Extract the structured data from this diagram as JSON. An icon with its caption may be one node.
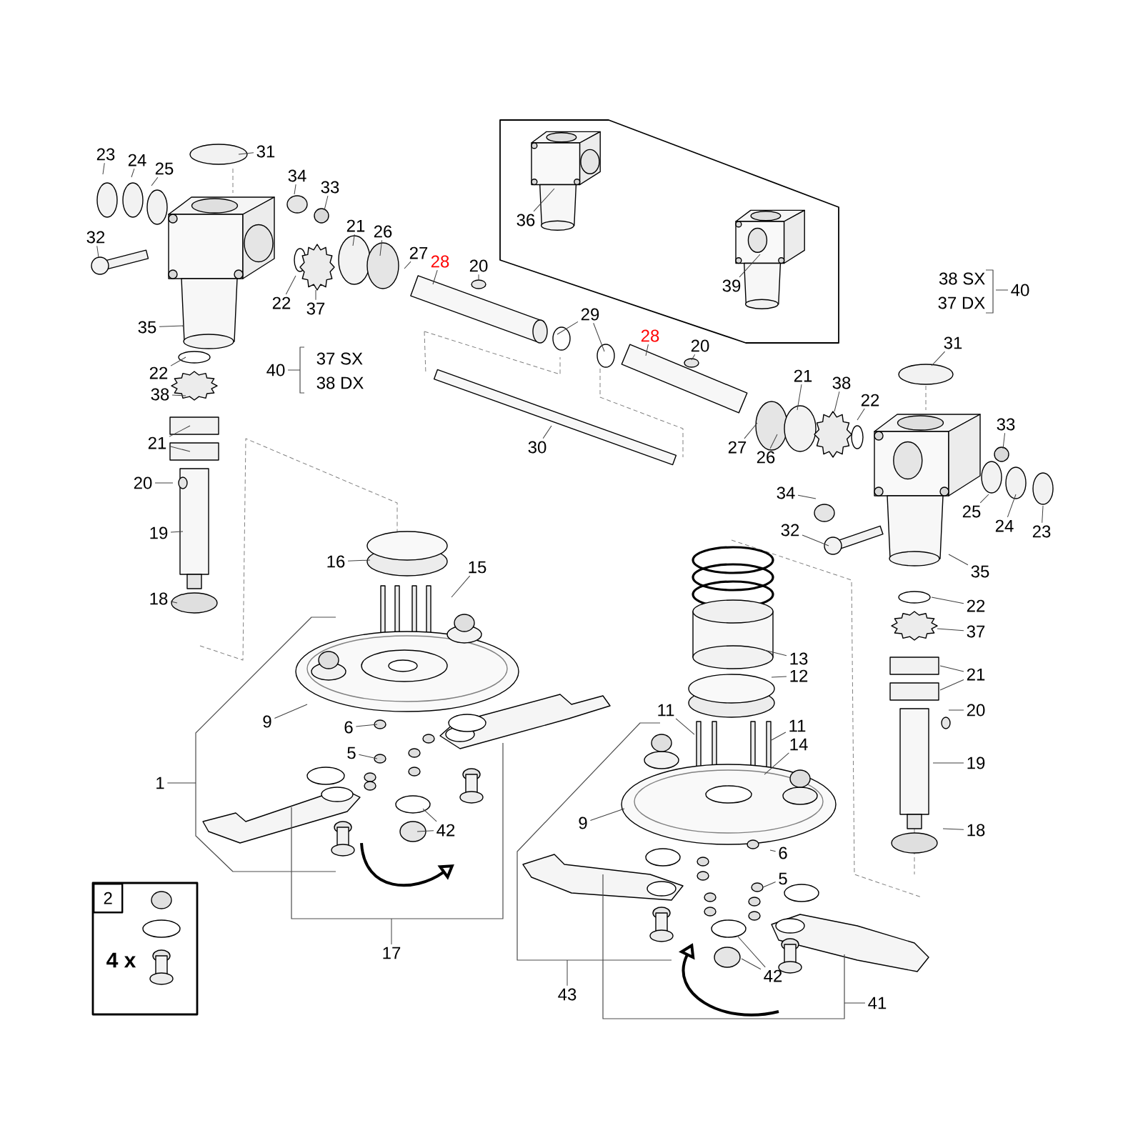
{
  "diagram": {
    "nodes": [
      {
        "text": [
          "23"
        ]
      },
      {
        "text": [
          "24"
        ]
      },
      {
        "text": [
          "25"
        ]
      },
      {
        "text": [
          "31"
        ]
      },
      {
        "text": [
          "34"
        ]
      },
      {
        "text": [
          "33"
        ]
      },
      {
        "text": [
          "32"
        ]
      },
      {
        "text": [
          "21"
        ]
      },
      {
        "text": [
          "26"
        ]
      },
      {
        "text": [
          "27"
        ]
      },
      {
        "text": [
          "28"
        ]
      },
      {
        "text": [
          "20"
        ]
      },
      {
        "text": [
          "36"
        ]
      },
      {
        "text": [
          "22"
        ]
      },
      {
        "text": [
          "37"
        ]
      },
      {
        "text": [
          "35"
        ]
      },
      {
        "text": [
          "29"
        ]
      },
      {
        "text": [
          "39"
        ]
      },
      {
        "text": [
          "28"
        ]
      },
      {
        "text": [
          "20"
        ]
      },
      {
        "text": [
          "40"
        ]
      },
      {
        "text": [
          "31"
        ]
      },
      {
        "text": [
          "40"
        ]
      },
      {
        "text": [
          "22"
        ]
      },
      {
        "text": [
          "38"
        ]
      },
      {
        "text": [
          "21"
        ]
      },
      {
        "text": [
          "21"
        ]
      },
      {
        "text": [
          "38"
        ]
      },
      {
        "text": [
          "22"
        ]
      },
      {
        "text": [
          "33"
        ]
      },
      {
        "text": [
          "30"
        ]
      },
      {
        "text": [
          "27"
        ]
      },
      {
        "text": [
          "26"
        ]
      },
      {
        "text": [
          "20"
        ]
      },
      {
        "text": [
          "34"
        ]
      },
      {
        "text": [
          "25"
        ]
      },
      {
        "text": [
          "32"
        ]
      },
      {
        "text": [
          "24"
        ]
      },
      {
        "text": [
          "23"
        ]
      },
      {
        "text": [
          "19"
        ]
      },
      {
        "text": [
          "16"
        ]
      },
      {
        "text": [
          "15"
        ]
      },
      {
        "text": [
          "35"
        ]
      },
      {
        "text": [
          "18"
        ]
      },
      {
        "text": [
          "22"
        ]
      },
      {
        "text": [
          "37"
        ]
      },
      {
        "text": [
          "13"
        ]
      },
      {
        "text": [
          "21"
        ]
      },
      {
        "text": [
          "12"
        ]
      },
      {
        "text": [
          "11"
        ]
      },
      {
        "text": [
          "20"
        ]
      },
      {
        "text": [
          "9"
        ]
      },
      {
        "text": [
          "11"
        ]
      },
      {
        "text": [
          "6"
        ]
      },
      {
        "text": [
          "14"
        ]
      },
      {
        "text": [
          "5"
        ]
      },
      {
        "text": [
          "19"
        ]
      },
      {
        "text": [
          "1"
        ]
      },
      {
        "text": [
          "9"
        ]
      },
      {
        "text": [
          "42"
        ]
      },
      {
        "text": [
          "18"
        ]
      },
      {
        "text": [
          "6"
        ]
      },
      {
        "text": [
          "5"
        ]
      },
      {
        "text": [
          "2",
          "4 x"
        ]
      },
      {
        "text": [
          "17"
        ]
      },
      {
        "text": [
          "42"
        ]
      },
      {
        "text": [
          "43"
        ]
      },
      {
        "text": [
          "41"
        ]
      }
    ],
    "edges": [
      {
        "from": 0,
        "to": null,
        "arrow": "none"
      },
      {
        "from": 1,
        "to": null,
        "arrow": "none"
      },
      {
        "from": 2,
        "to": null,
        "arrow": "none"
      },
      {
        "from": 3,
        "to": null,
        "arrow": "none"
      },
      {
        "from": 4,
        "to": null,
        "arrow": "none"
      },
      {
        "from": 5,
        "to": null,
        "arrow": "none"
      },
      {
        "from": 6,
        "to": null,
        "arrow": "none"
      },
      {
        "from": 7,
        "to": null,
        "arrow": "none"
      },
      {
        "from": 8,
        "to": null,
        "arrow": "none"
      },
      {
        "from": 9,
        "to": null,
        "arrow": "none"
      },
      {
        "from": 10,
        "to": null,
        "arrow": "none"
      },
      {
        "from": 11,
        "to": null,
        "arrow": "none"
      },
      {
        "from": 12,
        "to": null,
        "arrow": "none"
      },
      {
        "from": 13,
        "to": null,
        "arrow": "none"
      },
      {
        "from": 14,
        "to": null,
        "arrow": "none"
      },
      {
        "from": 15,
        "to": null,
        "arrow": "none"
      },
      {
        "from": 16,
        "to": null,
        "arrow": "none"
      },
      {
        "from": 16,
        "to": null,
        "arrow": "none"
      },
      {
        "from": 17,
        "to": null,
        "arrow": "none"
      },
      {
        "from": 18,
        "to": null,
        "arrow": "none"
      },
      {
        "from": 19,
        "to": null,
        "arrow": "none"
      },
      {
        "from": 20,
        "to": null,
        "arrow": "none"
      },
      {
        "from": 21,
        "to": null,
        "arrow": "none"
      },
      {
        "from": 22,
        "to": null,
        "arrow": "none"
      },
      {
        "from": 23,
        "to": null,
        "arrow": "none"
      },
      {
        "from": 24,
        "to": null,
        "arrow": "none"
      },
      {
        "from": 25,
        "to": null,
        "arrow": "none"
      },
      {
        "from": 25,
        "to": null,
        "arrow": "none"
      },
      {
        "from": 26,
        "to": null,
        "arrow": "none"
      },
      {
        "from": 27,
        "to": null,
        "arrow": "none"
      },
      {
        "from": 28,
        "to": null,
        "arrow": "none"
      },
      {
        "from": 29,
        "to": null,
        "arrow": "none"
      },
      {
        "from": 30,
        "to": null,
        "arrow": "none"
      },
      {
        "from": 31,
        "to": null,
        "arrow": "none"
      },
      {
        "from": 32,
        "to": null,
        "arrow": "none"
      },
      {
        "from": 33,
        "to": null,
        "arrow": "none"
      },
      {
        "from": 34,
        "to": null,
        "arrow": "none"
      },
      {
        "from": 35,
        "to": null,
        "arrow": "none"
      },
      {
        "from": 36,
        "to": null,
        "arrow": "none"
      },
      {
        "from": 37,
        "to": null,
        "arrow": "none"
      },
      {
        "from": 38,
        "to": null,
        "arrow": "none"
      },
      {
        "from": 39,
        "to": null,
        "arrow": "none"
      },
      {
        "from": 40,
        "to": null,
        "arrow": "none"
      },
      {
        "from": 41,
        "to": null,
        "arrow": "none"
      },
      {
        "from": 42,
        "to": null,
        "arrow": "none"
      },
      {
        "from": 43,
        "to": null,
        "arrow": "none"
      },
      {
        "from": 44,
        "to": null,
        "arrow": "none"
      },
      {
        "from": 45,
        "to": null,
        "arrow": "none"
      },
      {
        "from": 46,
        "to": null,
        "arrow": "none"
      },
      {
        "from": 47,
        "to": null,
        "arrow": "none"
      },
      {
        "from": 47,
        "to": null,
        "arrow": "none"
      },
      {
        "from": 48,
        "to": null,
        "arrow": "none"
      },
      {
        "from": 49,
        "to": null,
        "arrow": "none"
      },
      {
        "from": 50,
        "to": null,
        "arrow": "none"
      },
      {
        "from": 51,
        "to": null,
        "arrow": "none"
      },
      {
        "from": 52,
        "to": null,
        "arrow": "none"
      },
      {
        "from": 53,
        "to": null,
        "arrow": "none"
      },
      {
        "from": 54,
        "to": null,
        "arrow": "none"
      },
      {
        "from": 55,
        "to": null,
        "arrow": "none"
      },
      {
        "from": 56,
        "to": null,
        "arrow": "none"
      },
      {
        "from": 57,
        "to": null,
        "arrow": "none"
      },
      {
        "from": 58,
        "to": null,
        "arrow": "none"
      },
      {
        "from": 59,
        "to": null,
        "arrow": "none"
      },
      {
        "from": 59,
        "to": null,
        "arrow": "none"
      },
      {
        "from": 60,
        "to": null,
        "arrow": "none"
      },
      {
        "from": 61,
        "to": null,
        "arrow": "none"
      },
      {
        "from": 62,
        "to": null,
        "arrow": "none"
      },
      {
        "from": 64,
        "to": null,
        "arrow": "none"
      },
      {
        "from": 65,
        "to": null,
        "arrow": "none"
      },
      {
        "from": 65,
        "to": null,
        "arrow": "none"
      },
      {
        "from": 66,
        "to": null,
        "arrow": "none"
      },
      {
        "from": 67,
        "to": null,
        "arrow": "none"
      }
    ],
    "labels": [
      "38 SX",
      "37 DX",
      "37 SX",
      "38 DX"
    ]
  }
}
